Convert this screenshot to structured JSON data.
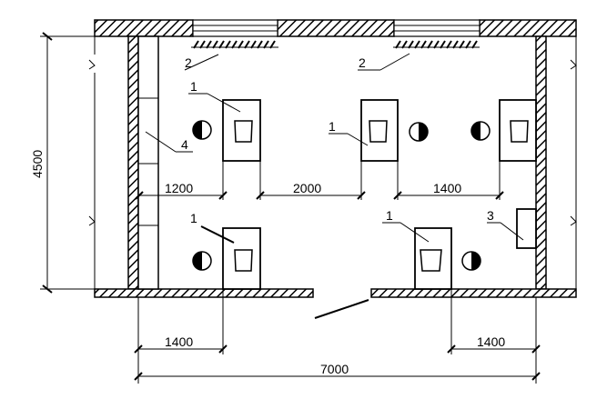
{
  "dimensions": {
    "room_depth": "4500",
    "room_width": "7000",
    "row_gap_1": "1200",
    "row_gap_2": "2000",
    "row_gap_3": "1400",
    "bottom_left": "1400",
    "bottom_right": "1400"
  },
  "labels": {
    "desk": "1",
    "window": "2",
    "cabinet": "3",
    "shelving": "4"
  },
  "colors": {
    "line": "#000000",
    "background": "#ffffff"
  }
}
